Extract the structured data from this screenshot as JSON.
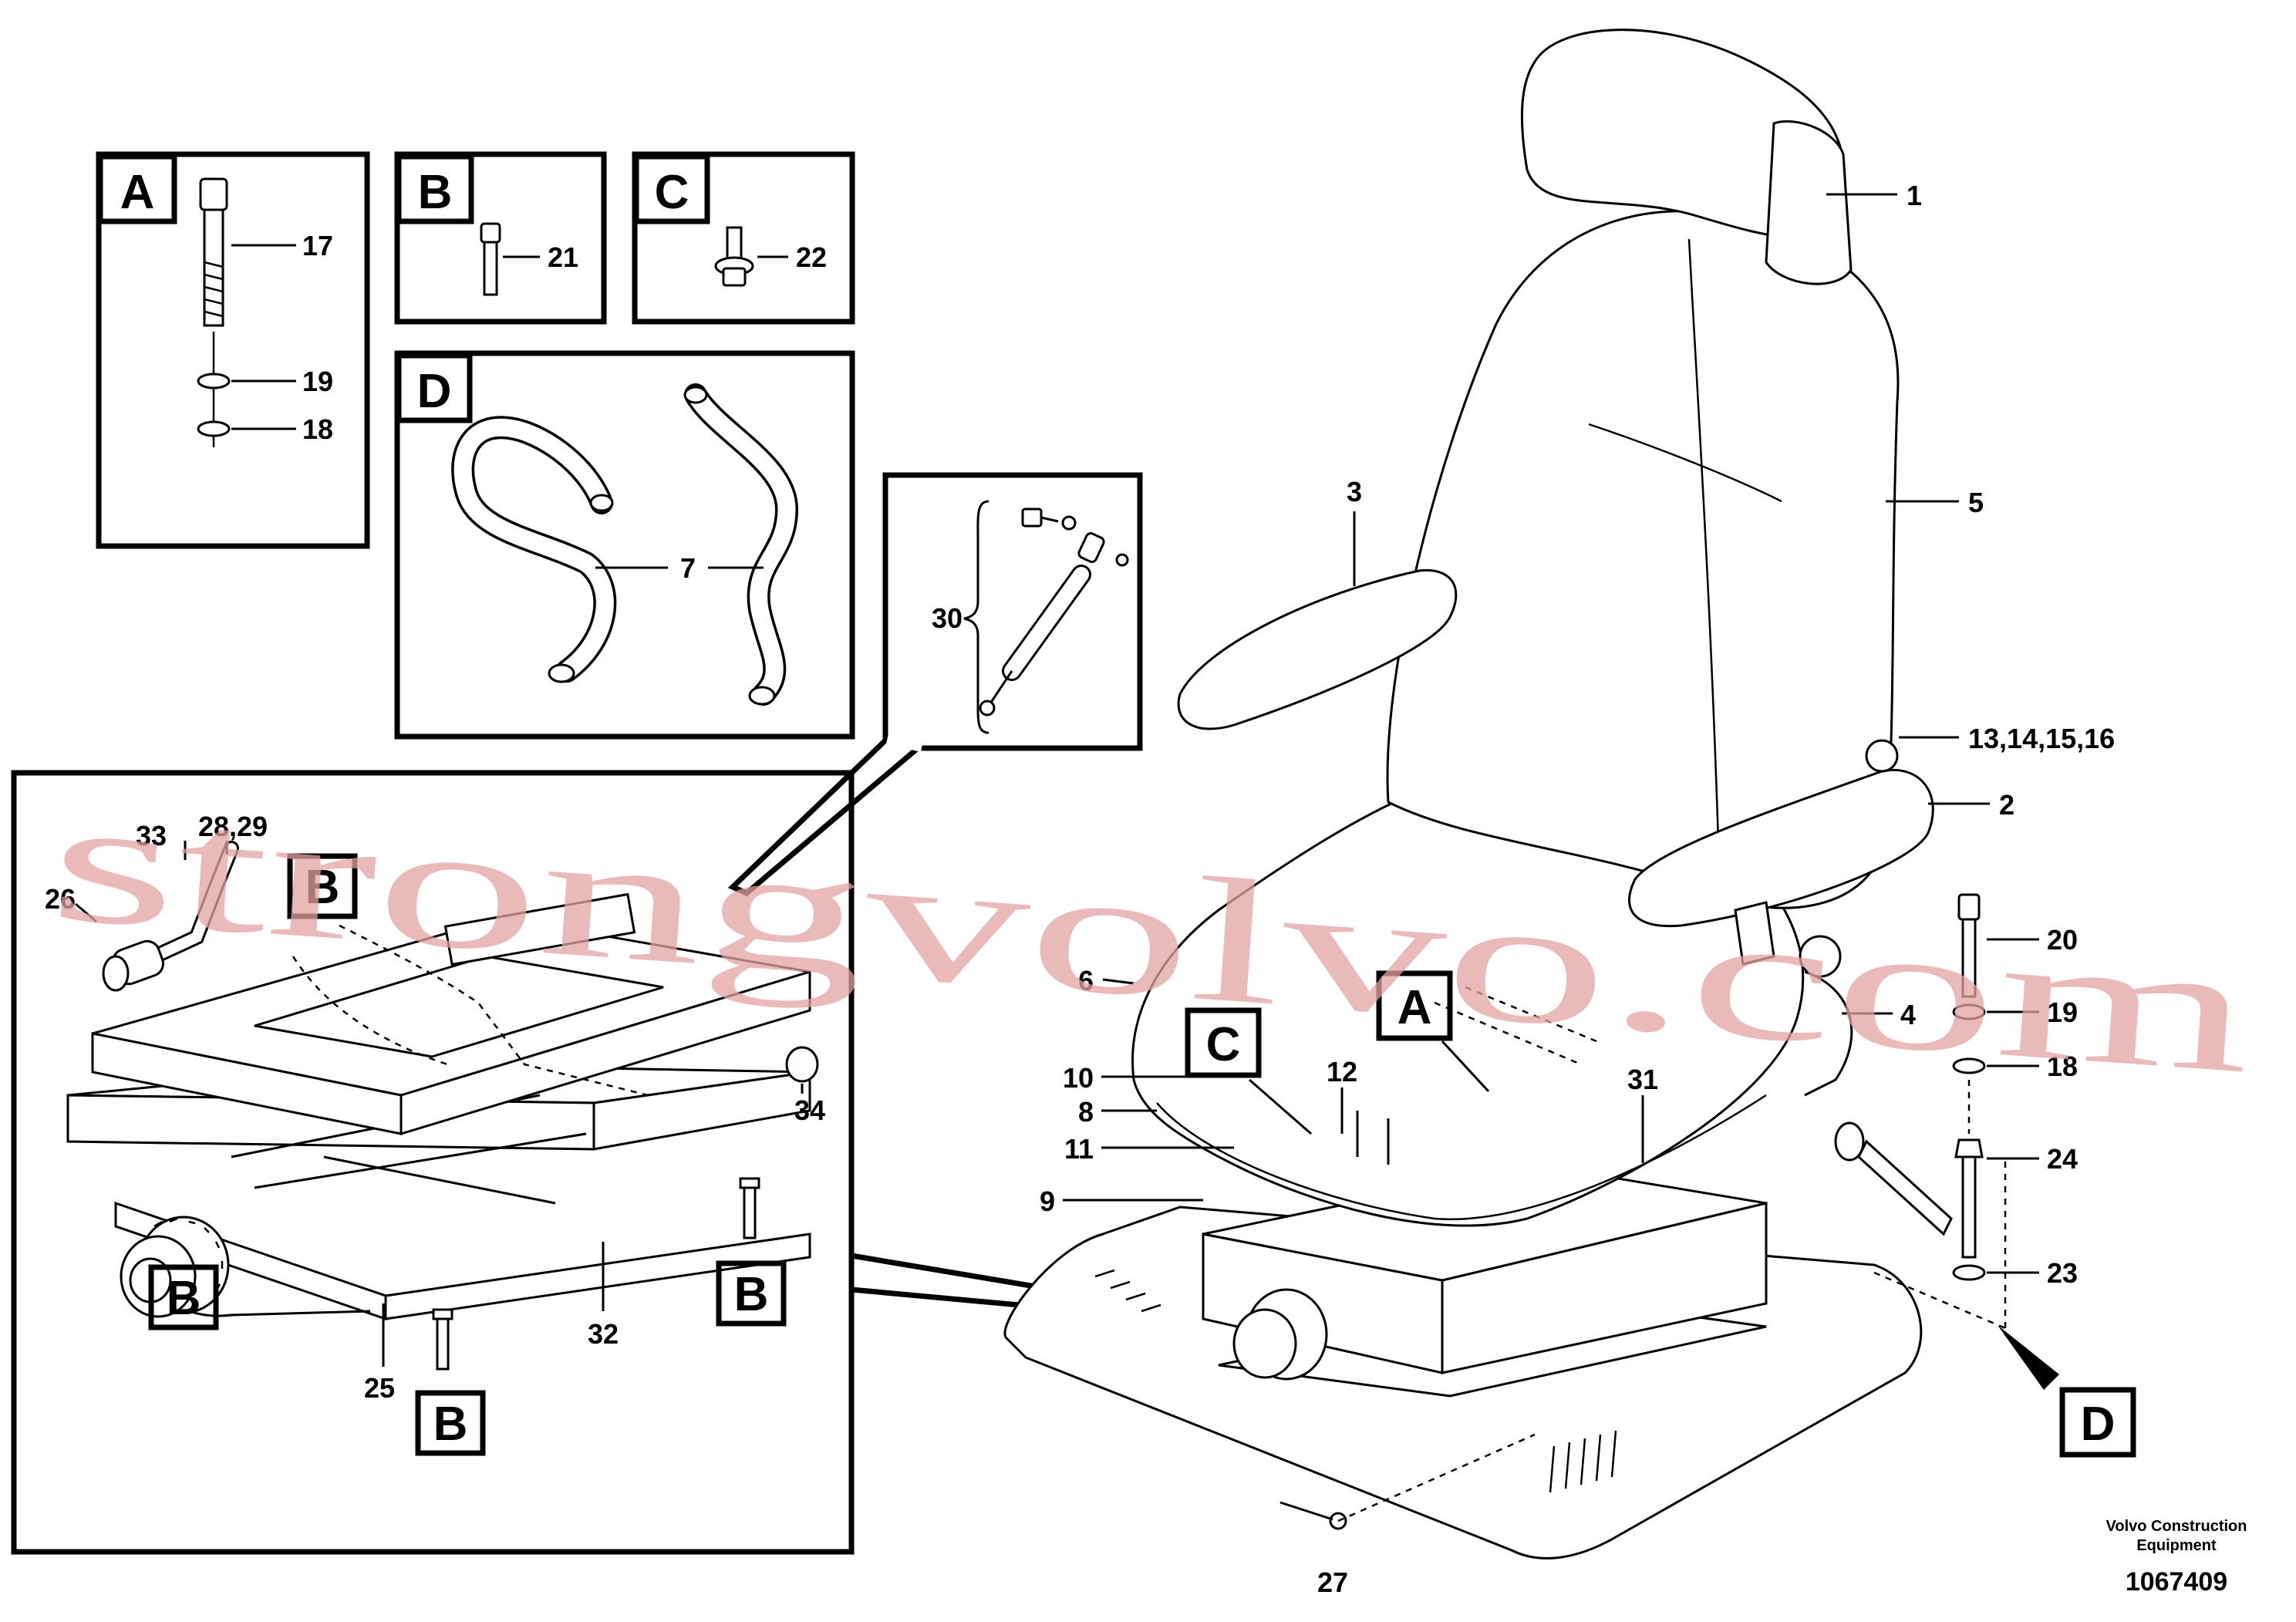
{
  "diagram": {
    "boxes": {
      "a": "A",
      "b": "B",
      "c": "C",
      "d": "D"
    },
    "labels": {
      "p1": "1",
      "p2": "2",
      "p3": "3",
      "p4": "4",
      "p5": "5",
      "p6": "6",
      "p7": "7",
      "p8": "8",
      "p9": "9",
      "p10": "10",
      "p11": "11",
      "p12": "12",
      "p13_16": "13,14,15,16",
      "p17": "17",
      "p18": "18",
      "p19": "19",
      "p20": "20",
      "p21": "21",
      "p22": "22",
      "p23": "23",
      "p24": "24",
      "p25": "25",
      "p26": "26",
      "p27": "27",
      "p28_29": "28,29",
      "p30": "30",
      "p31": "31",
      "p32": "32",
      "p33": "33",
      "p34": "34"
    },
    "footer": {
      "company_line1": "Volvo Construction",
      "company_line2": "Equipment",
      "doc_number": "1067409"
    },
    "watermark": "strongvolvo.com"
  }
}
